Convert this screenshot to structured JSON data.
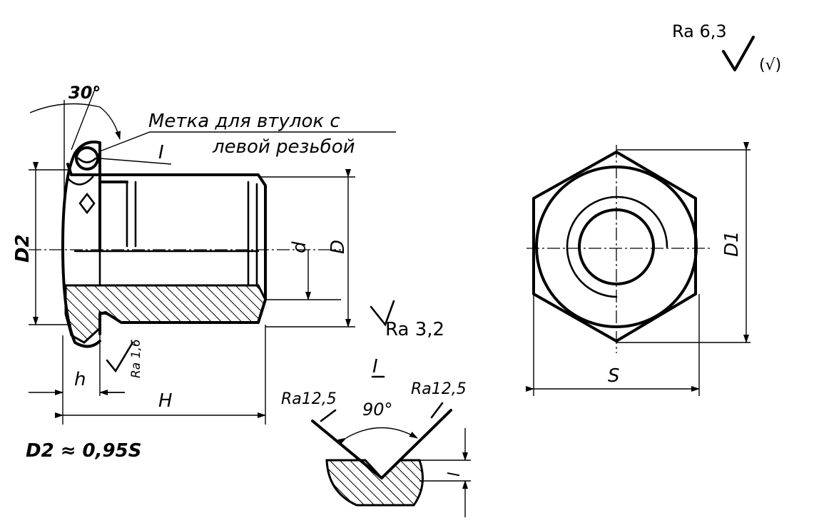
{
  "labels": {
    "roughness_general": "Ra 6,3",
    "roughness_general_symbol": "(√)",
    "angle_30": "30°",
    "mark_text_line1": "Метка для втулок с",
    "mark_text_line2": "левой резьбой",
    "section_ref": "I",
    "dim_D2": "D2",
    "dim_d": "d",
    "dim_D": "D",
    "dim_h": "h",
    "dim_H": "H",
    "dim_D1": "D1",
    "dim_S": "S",
    "ra_16": "Ra 1,6",
    "ra_32": "Ra 3,2",
    "ra_125_left": "Ra12,5",
    "ra_125_right": "Ra12,5",
    "angle_90": "90°",
    "dim_l": "l",
    "formula": "D2 ≈ 0,95S"
  }
}
